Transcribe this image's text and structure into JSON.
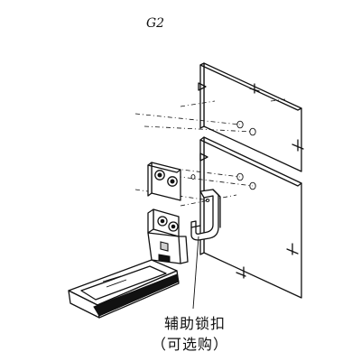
{
  "title": "G2",
  "caption": {
    "line1": "辅助锁扣",
    "line2": "（可选购）"
  },
  "colors": {
    "ink": "#111111",
    "background": "#ffffff"
  }
}
